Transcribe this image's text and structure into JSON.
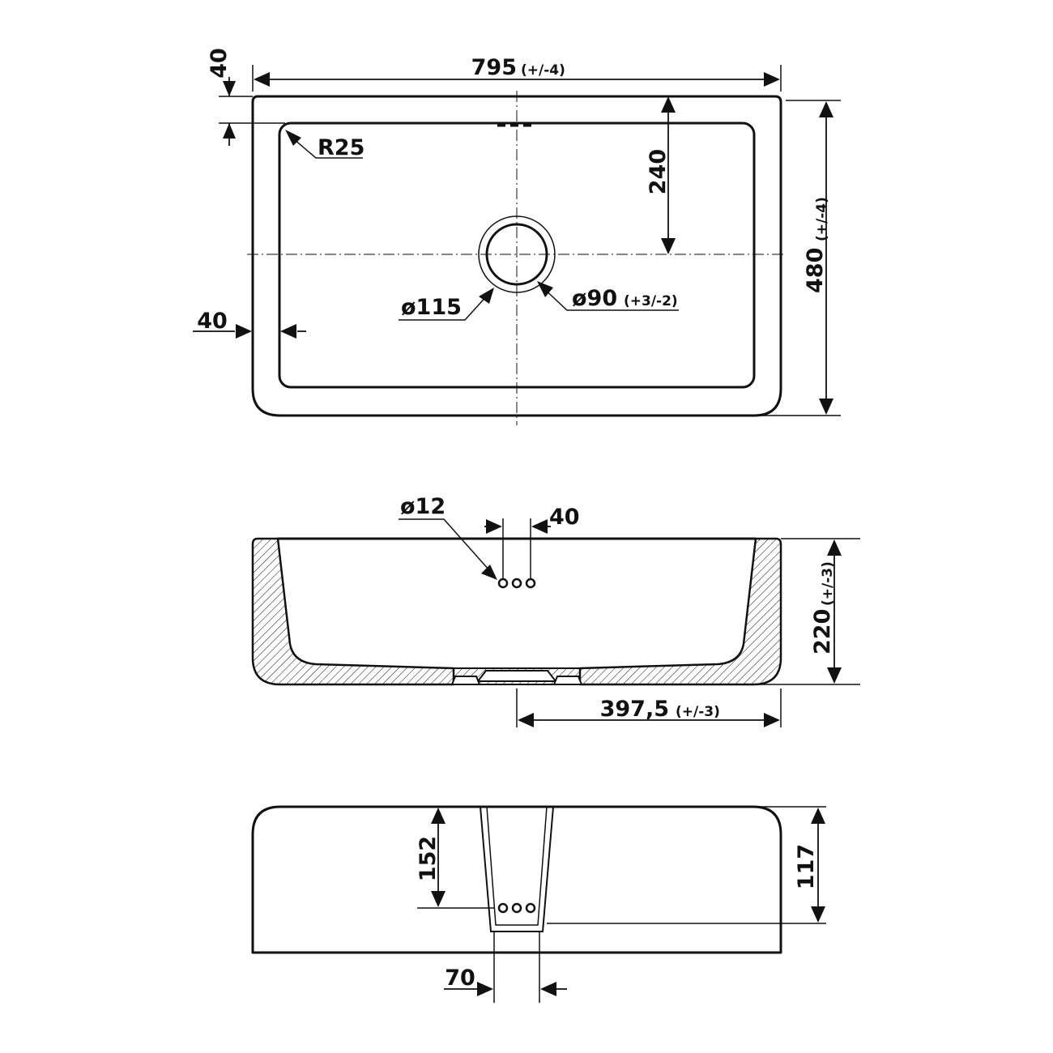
{
  "top_view": {
    "width": "795",
    "width_tol": "(+/-4)",
    "depth": "480",
    "depth_tol": "(+/-4)",
    "rim_top": "40",
    "rim_side": "40",
    "radius": "R25",
    "drain_offset": "240",
    "outer_diameter": "ø115",
    "drain_diameter": "ø90",
    "drain_tol": "(+3/-2)"
  },
  "front_section": {
    "hole_diameter": "ø12",
    "hole_spacing": "40",
    "height": "220",
    "height_tol": "(+/-3)",
    "half_width": "397,5",
    "half_width_tol": "(+/-3)"
  },
  "front_view": {
    "drop": "152",
    "apron_height": "117",
    "panel_width": "70"
  }
}
